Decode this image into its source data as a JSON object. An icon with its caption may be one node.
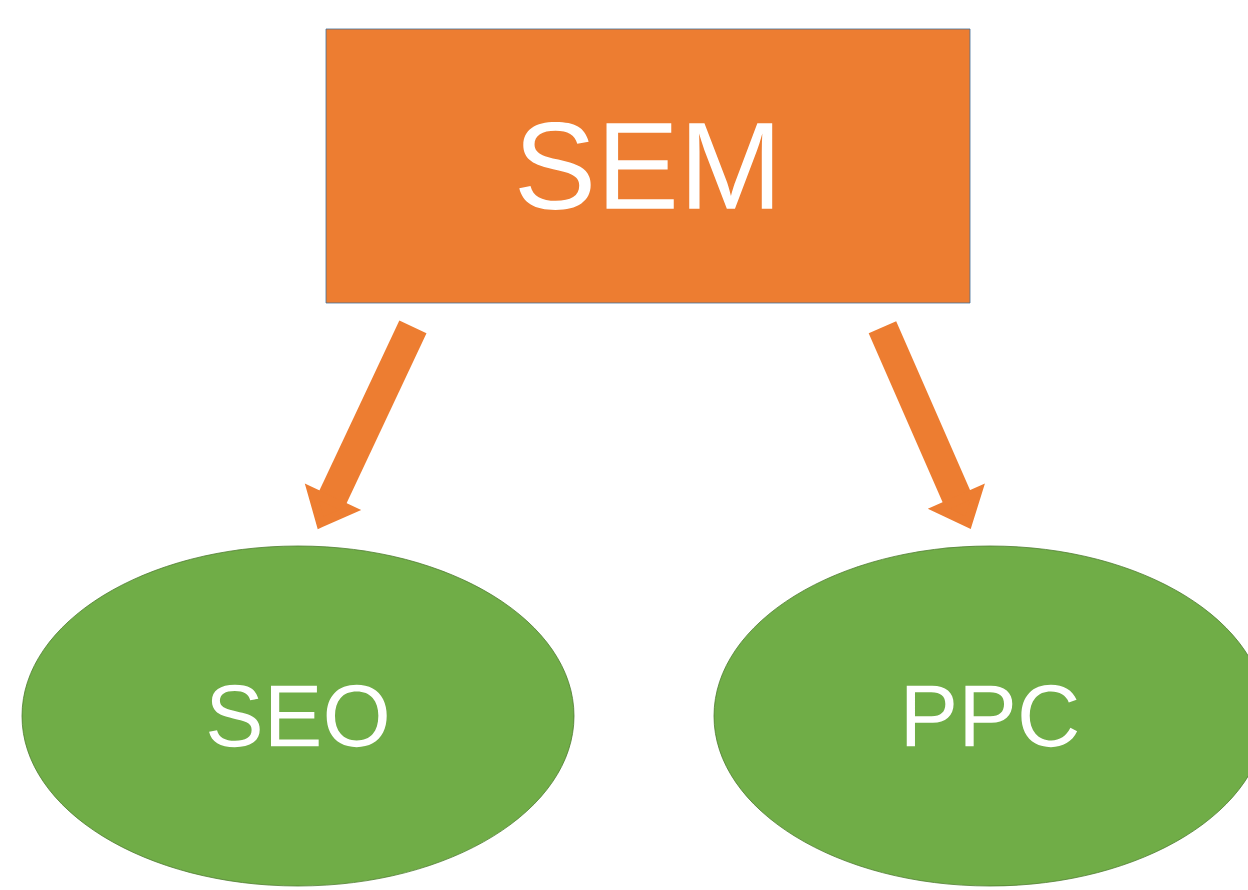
{
  "diagram": {
    "nodes": [
      {
        "text": [
          "SEM"
        ]
      },
      {
        "text": [
          "SEO"
        ]
      },
      {
        "text": [
          "PPC"
        ]
      }
    ],
    "edges": [
      {
        "from": 0,
        "to": 1,
        "arrow": "to"
      },
      {
        "from": 0,
        "to": 2,
        "arrow": "to"
      }
    ]
  }
}
